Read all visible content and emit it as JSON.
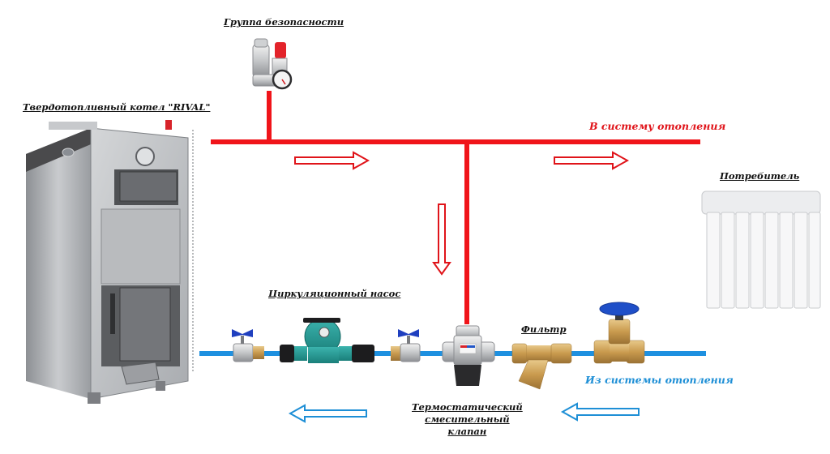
{
  "title": "Схема подключения твердотопливного котла",
  "colors": {
    "supply_pipe": "#f0141a",
    "return_pipe": "#1e90e0",
    "supply_text": "#e0141a",
    "return_text": "#1e8fd6",
    "label_text": "#111111"
  },
  "labels": {
    "safety_group": "Группа безопасности",
    "boiler": "Твердотопливный котел \"RIVAL\"",
    "to_heating_system": "В систему отопления",
    "consumer": "Потребитель",
    "circulation_pump": "Циркуляционный насос",
    "filter": "Фильтр",
    "from_heating_system": "Из системы отопления",
    "thermostatic_valve": [
      "Термостатический",
      "смесительный",
      "клапан"
    ]
  },
  "components": [
    {
      "id": "boiler",
      "icon": "solid-fuel-boiler-icon"
    },
    {
      "id": "safety_group",
      "icon": "safety-group-valve-icon"
    },
    {
      "id": "radiator",
      "icon": "radiator-icon"
    },
    {
      "id": "ball_valve_1",
      "icon": "ball-valve-icon"
    },
    {
      "id": "circulation_pump",
      "icon": "circulation-pump-icon"
    },
    {
      "id": "ball_valve_2",
      "icon": "ball-valve-icon"
    },
    {
      "id": "thermostatic_valve",
      "icon": "thermostatic-mixing-valve-icon"
    },
    {
      "id": "filter",
      "icon": "y-strainer-filter-icon"
    },
    {
      "id": "gate_valve",
      "icon": "gate-valve-icon"
    }
  ],
  "flow_arrows": [
    {
      "pipe": "supply",
      "direction": "right"
    },
    {
      "pipe": "supply",
      "direction": "right"
    },
    {
      "pipe": "bypass",
      "direction": "down"
    },
    {
      "pipe": "return",
      "direction": "left"
    },
    {
      "pipe": "return",
      "direction": "left"
    }
  ]
}
